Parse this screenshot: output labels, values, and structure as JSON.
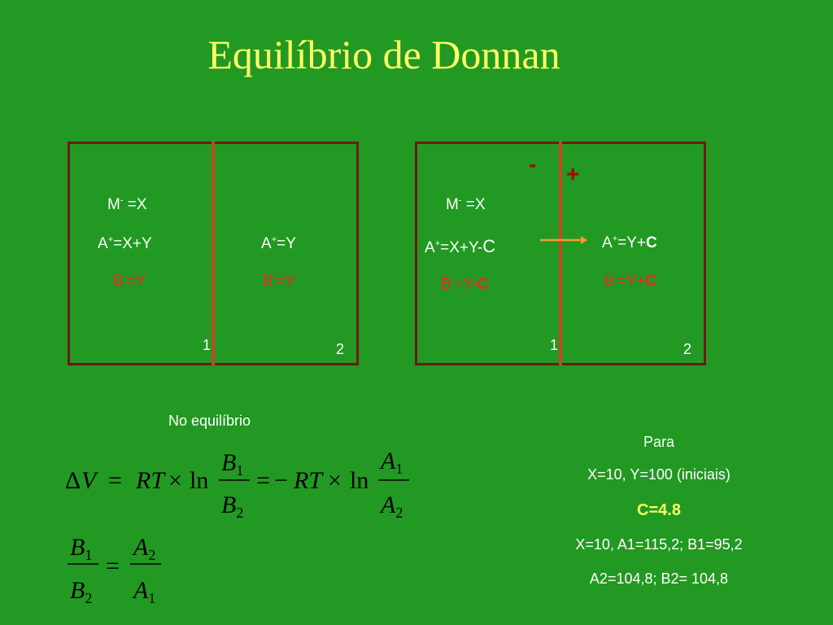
{
  "title": "Equilíbrio de Donnan",
  "left_box": {
    "compartment1": {
      "m_base": "M",
      "m_sup": "-",
      "m_rest": " =X",
      "a_base": "A",
      "a_sup": "+",
      "a_rest": "=X+Y",
      "b_base": "B",
      "b_sup": "-",
      "b_rest": "=Y",
      "number": "1"
    },
    "compartment2": {
      "a_base": "A",
      "a_sup": "+",
      "a_rest": "=Y",
      "b_base": "B",
      "b_sup": "-",
      "b_rest": "=Y",
      "number": "2"
    }
  },
  "right_box": {
    "minus": "-",
    "plus": "+",
    "compartment1": {
      "m_base": "M",
      "m_sup": "-",
      "m_rest": " =X",
      "a_base": "A",
      "a_sup": "+",
      "a_rest": "=X+Y-",
      "a_c": "C",
      "b_base": "B",
      "b_sup": "-",
      "b_rest": "=Y-",
      "b_c": "C",
      "number": "1"
    },
    "compartment2": {
      "a_base": "A",
      "a_sup": "+",
      "a_rest": "=Y+",
      "a_c": "C",
      "b_base": "B",
      "b_sup": "-",
      "b_rest": "=Y+",
      "b_c": "C",
      "number": "2"
    }
  },
  "equilibrium_label": "No equilíbrio",
  "equation1": {
    "delta": "Δ",
    "V": "V",
    "eq": "=",
    "RT": "RT",
    "times": "×",
    "ln": "ln",
    "B": "B",
    "A": "A",
    "sub1": "1",
    "sub2": "2",
    "neg": "−"
  },
  "results": {
    "para": "Para",
    "initial": "X=10, Y=100 (iniciais)",
    "c_value": "C=4.8",
    "line1": "X=10, A1=115,2;  B1=95,2",
    "line2": "A2=104,8; B2= 104,8"
  },
  "colors": {
    "background": "#229922",
    "title": "#ffff66",
    "box_border": "#6b1a14",
    "membrane": "#c24a1e",
    "red_text": "#ff2020",
    "charge": "#b00000",
    "arrow": "#ff9933"
  }
}
